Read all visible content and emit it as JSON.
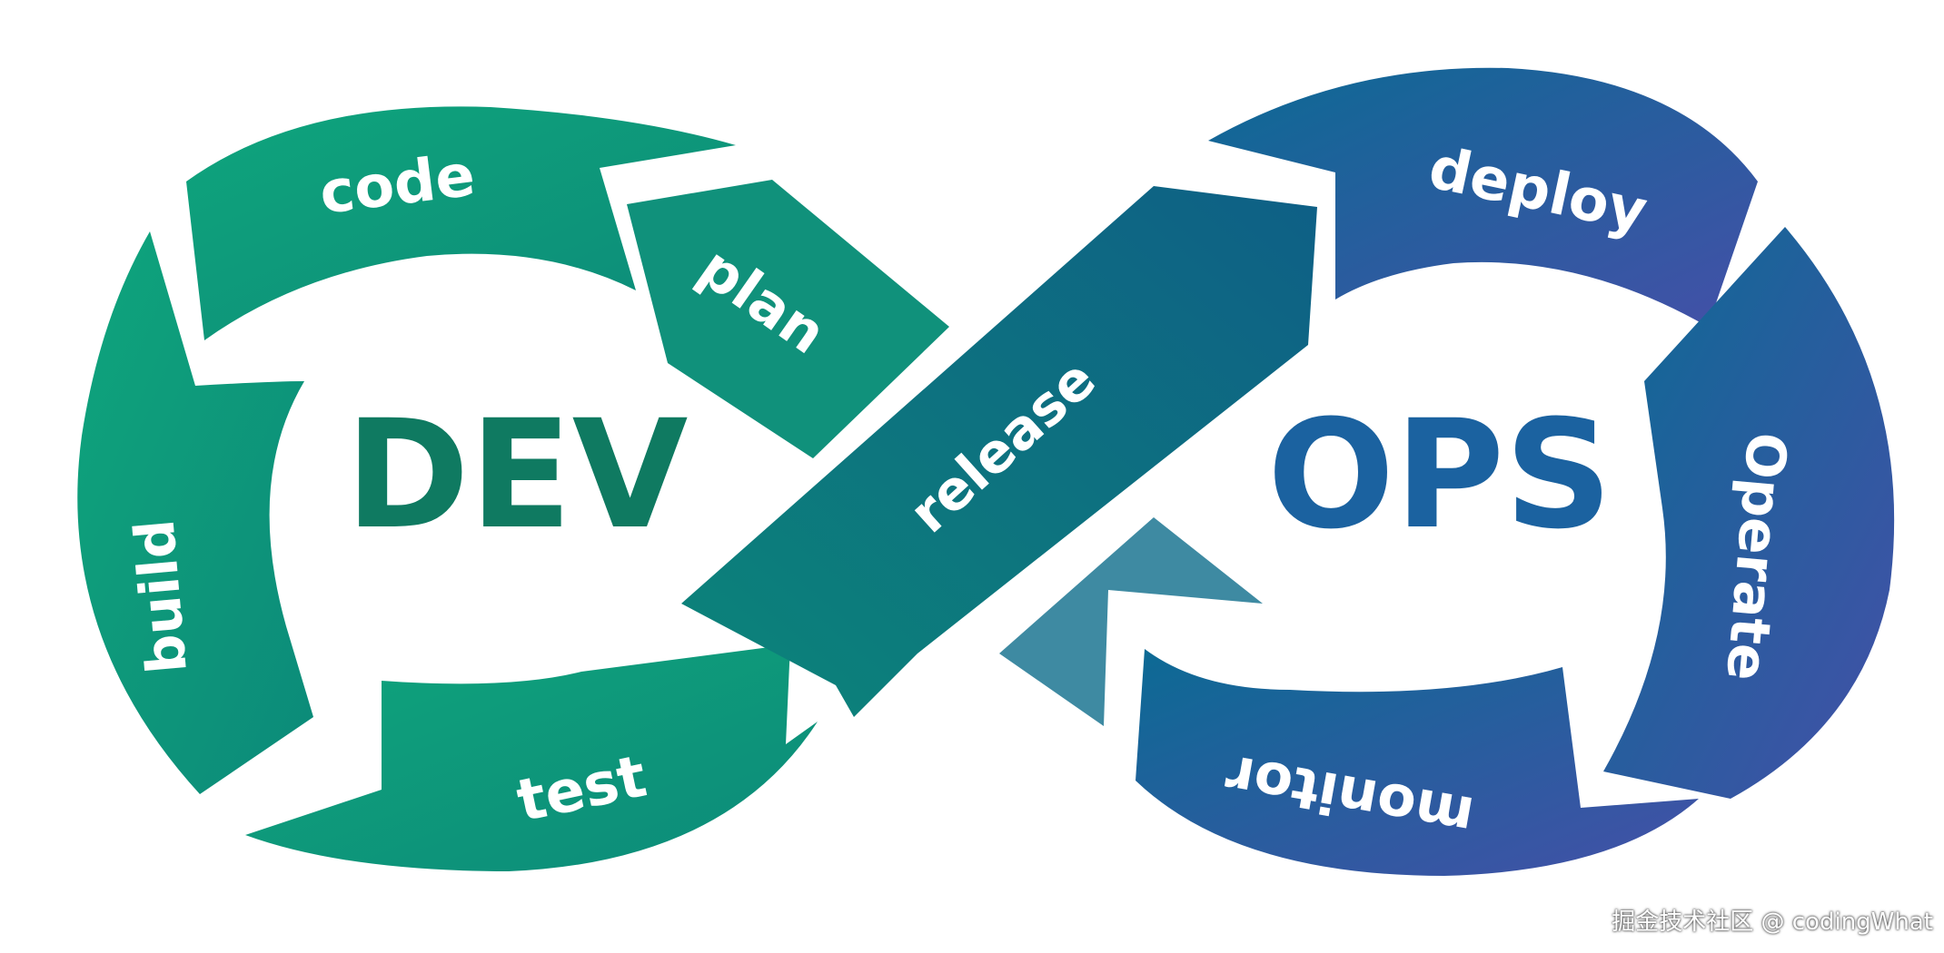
{
  "diagram": {
    "center_left": "DEV",
    "center_right": "OPS",
    "stages": {
      "plan": "plan",
      "code": "code",
      "build": "build",
      "test": "test",
      "release": "release",
      "deploy": "deploy",
      "operate": "Operate",
      "monitor": "monitor"
    },
    "colors": {
      "dev": "#0e8a6e",
      "dev_light": "#11a07d",
      "release": "#0b6f83",
      "ops": "#1f6ea0",
      "ops_purple": "#3c55a6",
      "dev_text": "#0f7a61",
      "ops_text": "#1b62a0"
    }
  },
  "watermark": "掘金技术社区 @ codingWhat"
}
